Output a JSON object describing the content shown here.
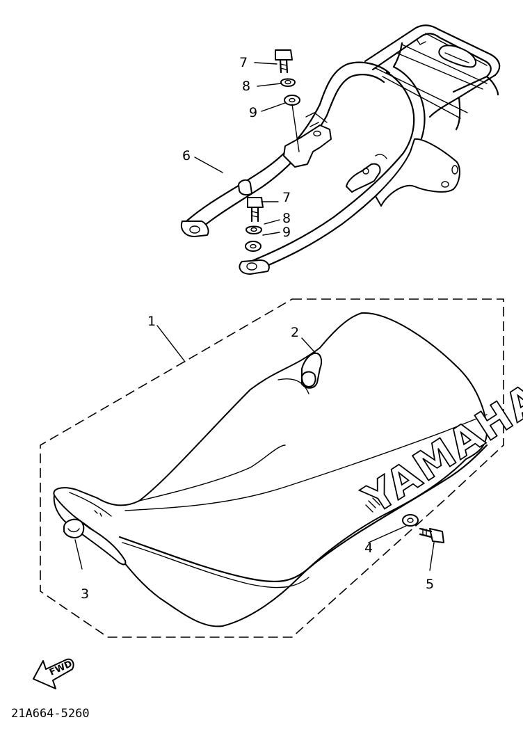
{
  "diagram": {
    "drawing_code": "21A664-5260",
    "brand_text": "YAMAHA",
    "fwd_text": "FWD",
    "callouts": {
      "seat": "1",
      "clip": "2",
      "damper": "3",
      "washer_seat": "4",
      "bolt_seat": "5",
      "rear_carrier": "6",
      "bolt_upper": "7",
      "lockwasher_upper": "8",
      "washer_upper": "9",
      "bolt_lower": "7",
      "lockwasher_lower": "8",
      "washer_lower": "9"
    }
  }
}
